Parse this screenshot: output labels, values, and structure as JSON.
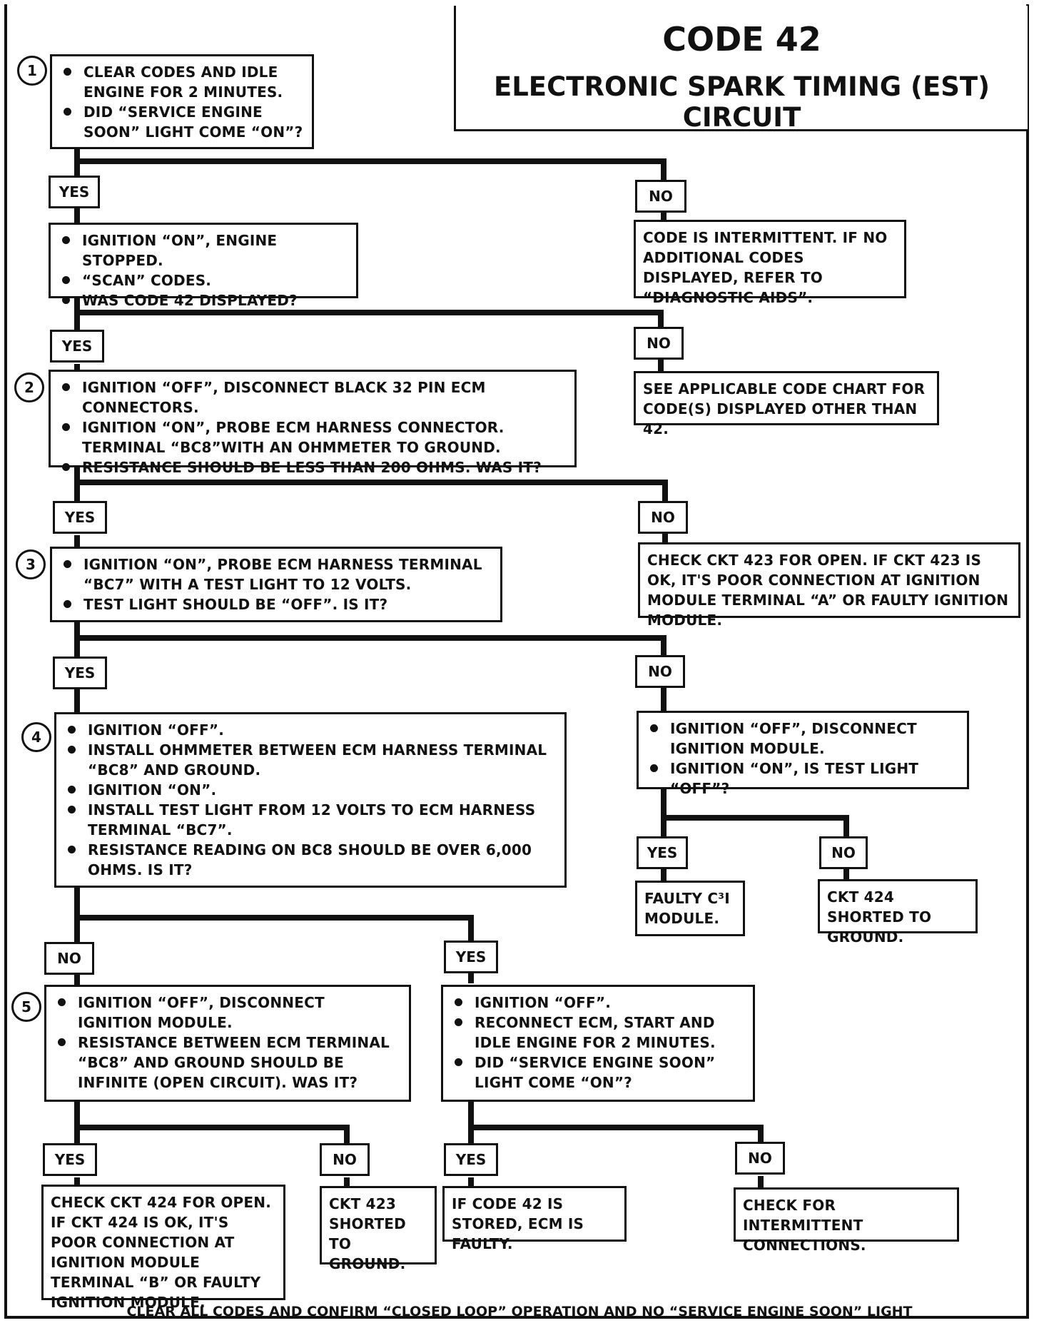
{
  "title": {
    "code": "CODE 42",
    "circuit": "ELECTRONIC SPARK TIMING (EST) CIRCUIT"
  },
  "steps": {
    "s1": {
      "num": "1",
      "lines": [
        "CLEAR CODES AND IDLE ENGINE FOR 2 MINUTES.",
        "DID “SERVICE ENGINE SOON” LIGHT COME “ON”?"
      ]
    },
    "s1b": {
      "lines": [
        "IGNITION “ON”, ENGINE STOPPED.",
        "“SCAN” CODES.",
        "WAS CODE 42 DISPLAYED?"
      ]
    },
    "s2": {
      "num": "2",
      "lines": [
        "IGNITION “OFF”, DISCONNECT BLACK 32 PIN ECM CONNECTORS.",
        "IGNITION “ON”, PROBE ECM HARNESS CONNECTOR. TERMINAL “BC8”WITH AN OHMMETER TO GROUND.",
        "RESISTANCE SHOULD BE LESS THAN 200 OHMS. WAS IT?"
      ]
    },
    "s3": {
      "num": "3",
      "lines": [
        "IGNITION “ON”, PROBE ECM HARNESS TERMINAL “BC7” WITH A TEST LIGHT TO 12 VOLTS.",
        "TEST LIGHT SHOULD BE “OFF”. IS IT?"
      ]
    },
    "s4": {
      "num": "4",
      "lines": [
        "IGNITION “OFF”.",
        "INSTALL OHMMETER BETWEEN ECM HARNESS TERMINAL “BC8” AND GROUND.",
        "IGNITION “ON”.",
        "INSTALL TEST LIGHT FROM 12 VOLTS TO ECM HARNESS TERMINAL “BC7”.",
        "RESISTANCE READING ON BC8 SHOULD BE OVER 6,000 OHMS. IS IT?"
      ]
    },
    "s4no": {
      "lines": [
        "IGNITION “OFF”, DISCONNECT IGNITION MODULE.",
        "IGNITION “ON”, IS TEST LIGHT “OFF”?"
      ]
    },
    "s5": {
      "num": "5",
      "lines": [
        "IGNITION “OFF”, DISCONNECT IGNITION MODULE.",
        "RESISTANCE BETWEEN ECM TERMINAL “BC8” AND GROUND SHOULD BE INFINITE (OPEN CIRCUIT). WAS IT?"
      ]
    },
    "s5r": {
      "lines": [
        "IGNITION “OFF”.",
        "RECONNECT ECM, START AND IDLE ENGINE FOR 2 MINUTES.",
        "DID “SERVICE ENGINE SOON” LIGHT COME “ON”?"
      ]
    }
  },
  "results": {
    "intermittent": "CODE IS INTERMITTENT. IF NO ADDITIONAL CODES DISPLAYED, REFER TO “DIAGNOSTIC AIDS”.",
    "applicable": "SEE APPLICABLE CODE CHART FOR CODE(S) DISPLAYED OTHER THAN 42.",
    "ckt423open": "CHECK CKT 423 FOR OPEN. IF CKT 423 IS OK, IT'S POOR CONNECTION AT IGNITION MODULE TERMINAL “A” OR FAULTY IGNITION MODULE.",
    "faultyc3i": "FAULTY C³I MODULE.",
    "ckt424ground": "CKT 424 SHORTED TO GROUND.",
    "ckt424open": "CHECK CKT 424 FOR OPEN. IF CKT 424 IS OK, IT'S POOR CONNECTION AT IGNITION MODULE TERMINAL “B” OR FAULTY IGNITION MODULE.",
    "ckt423ground": "CKT 423 SHORTED TO GROUND.",
    "ecmfaulty": "IF CODE 42 IS STORED, ECM IS FAULTY.",
    "intermittentconn": "CHECK FOR INTERMITTENT CONNECTIONS."
  },
  "labels": {
    "yes": "YES",
    "no": "NO"
  },
  "footer": "CLEAR ALL CODES AND CONFIRM “CLOSED LOOP” OPERATION AND NO “SERVICE ENGINE SOON” LIGHT"
}
